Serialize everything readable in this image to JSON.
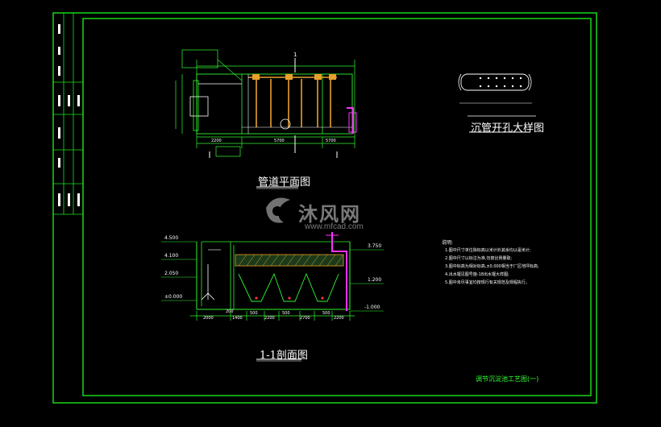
{
  "drawing": {
    "plan_title": "管道平面图",
    "pipe_detail_title": "沉管开孔大样图",
    "section_title": "1-1剖面图",
    "notes_heading": "说明:",
    "notes": [
      "1.图中尺寸单位除标高以米计外其余均以毫米计;",
      "2.图中尺寸以标注为准,勿按比例量取;",
      "3.图中标高为相对标高,±0.000相当于厂区地坪标高;",
      "4.出水堰见图号施-18出水堰大样图;",
      "5.图中未尽事宜均按现行有关规范及规程执行。"
    ],
    "sheet_title": "调节沉淀池工艺图(一)",
    "section_label_1": "1",
    "elevations": [
      "4.500",
      "4.100",
      "2.050",
      "±0.000",
      "3.750",
      "1.200",
      "-1.000"
    ],
    "section_dims": [
      "2000",
      "200",
      "1400",
      "500",
      "2200",
      "500",
      "2700",
      "500",
      "2200"
    ],
    "plan_dims": [
      "2200",
      "5700",
      "5700"
    ]
  },
  "watermark": {
    "brand": "沐风网",
    "url": "www.mfcad.com"
  },
  "colors": {
    "frame": "#19e619",
    "section_lines": "#2ff52f",
    "pipe_magenta": "#ff33ff",
    "plan_orange": "#e8a02a",
    "background": "#000000"
  }
}
